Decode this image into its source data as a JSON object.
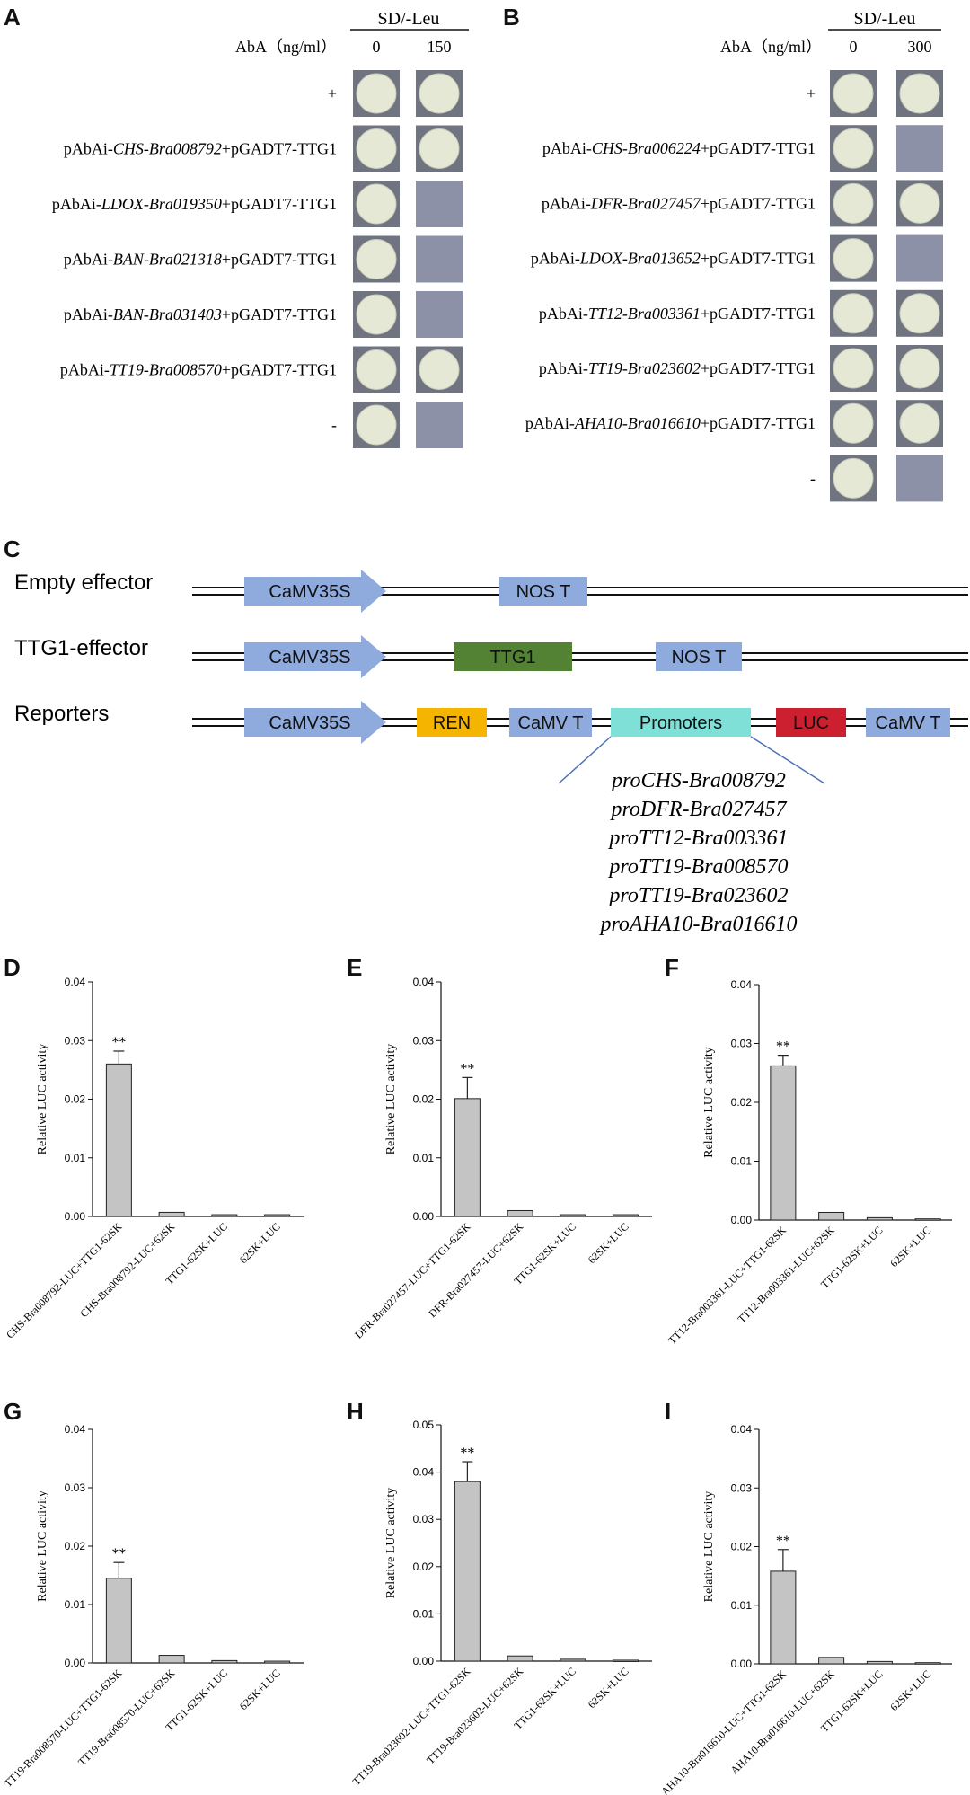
{
  "panels": {
    "A": "A",
    "B": "B",
    "C": "C",
    "D": "D",
    "E": "E",
    "F": "F",
    "G": "G",
    "H": "H",
    "I": "I"
  },
  "y1h": {
    "A": {
      "medium": "SD/-Leu",
      "aba_label": "AbA（ng/ml）",
      "concentrations": [
        "0",
        "150"
      ],
      "rows": [
        {
          "pre": "",
          "gene": "",
          "post": "+",
          "growth": [
            true,
            true
          ]
        },
        {
          "pre": "pAbAi-",
          "gene": "CHS-Bra008792",
          "post": "+pGADT7-TTG1",
          "growth": [
            true,
            true
          ]
        },
        {
          "pre": "pAbAi-",
          "gene": "LDOX-Bra019350",
          "post": "+pGADT7-TTG1",
          "growth": [
            true,
            false
          ]
        },
        {
          "pre": "pAbAi-",
          "gene": "BAN-Bra021318",
          "post": "+pGADT7-TTG1",
          "growth": [
            true,
            false
          ]
        },
        {
          "pre": "pAbAi-",
          "gene": "BAN-Bra031403",
          "post": "+pGADT7-TTG1",
          "growth": [
            true,
            false
          ]
        },
        {
          "pre": "pAbAi-",
          "gene": "TT19-Bra008570",
          "post": "+pGADT7-TTG1",
          "growth": [
            true,
            true
          ]
        },
        {
          "pre": "",
          "gene": "",
          "post": "-",
          "growth": [
            true,
            false
          ]
        }
      ]
    },
    "B": {
      "medium": "SD/-Leu",
      "aba_label": "AbA（ng/ml）",
      "concentrations": [
        "0",
        "300"
      ],
      "rows": [
        {
          "pre": "",
          "gene": "",
          "post": "+",
          "growth": [
            true,
            true
          ]
        },
        {
          "pre": "pAbAi-",
          "gene": "CHS-Bra006224",
          "post": "+pGADT7-TTG1",
          "growth": [
            true,
            false
          ]
        },
        {
          "pre": "pAbAi-",
          "gene": "DFR-Bra027457",
          "post": "+pGADT7-TTG1",
          "growth": [
            true,
            true
          ]
        },
        {
          "pre": "pAbAi-",
          "gene": "LDOX-Bra013652",
          "post": "+pGADT7-TTG1",
          "growth": [
            true,
            false
          ]
        },
        {
          "pre": "pAbAi-",
          "gene": "TT12-Bra003361",
          "post": "+pGADT7-TTG1",
          "growth": [
            true,
            true
          ]
        },
        {
          "pre": "pAbAi-",
          "gene": "TT19-Bra023602",
          "post": "+pGADT7-TTG1",
          "growth": [
            true,
            true
          ]
        },
        {
          "pre": "pAbAi-",
          "gene": "AHA10-Bra016610",
          "post": "+pGADT7-TTG1",
          "growth": [
            true,
            true
          ]
        },
        {
          "pre": "",
          "gene": "",
          "post": "-",
          "growth": [
            true,
            false
          ]
        }
      ]
    }
  },
  "constructs": {
    "rows": [
      {
        "label": "Empty effector",
        "boxes": [
          {
            "text": "CaMV35S",
            "kind": "arrow",
            "color": "#8faadc"
          },
          {
            "text": "NOS T",
            "kind": "box",
            "color": "#8faadc"
          }
        ]
      },
      {
        "label": "TTG1-effector",
        "boxes": [
          {
            "text": "CaMV35S",
            "kind": "arrow",
            "color": "#8faadc"
          },
          {
            "text": "TTG1",
            "kind": "box",
            "color": "#548235"
          },
          {
            "text": "NOS T",
            "kind": "box",
            "color": "#8faadc"
          }
        ]
      },
      {
        "label": "Reporters",
        "boxes": [
          {
            "text": "CaMV35S",
            "kind": "arrow",
            "color": "#8faadc"
          },
          {
            "text": "REN",
            "kind": "box",
            "color": "#f4b400"
          },
          {
            "text": "CaMV T",
            "kind": "box",
            "color": "#8faadc"
          },
          {
            "text": "Promoters",
            "kind": "box",
            "color": "#7fe0d8"
          },
          {
            "text": "LUC",
            "kind": "box",
            "color": "#cc1f2f"
          },
          {
            "text": "CaMV T",
            "kind": "box",
            "color": "#8faadc"
          }
        ]
      }
    ],
    "promoters": [
      "proCHS-Bra008792",
      "proDFR-Bra027457",
      "proTT12-Bra003361",
      "proTT19-Bra008570",
      "proTT19-Bra023602",
      "proAHA10-Bra016610"
    ]
  },
  "chart_data": [
    {
      "type": "bar",
      "panel": "D",
      "ylabel": "Relative LUC activity",
      "ylim": [
        0,
        0.04
      ],
      "yticks": [
        "0.00",
        "0.01",
        "0.02",
        "0.03",
        "0.04"
      ],
      "categories": [
        "CHS-Bra008792-LUC+TTG1-62SK",
        "CHS-Bra008792-LUC+62SK",
        "TTG1-62SK+LUC",
        "62SK+LUC"
      ],
      "values": [
        0.026,
        0.0007,
        0.0003,
        0.0003
      ],
      "errors": [
        0.0022,
        0.0002,
        0.0001,
        0.0001
      ],
      "annotations": [
        "**",
        "",
        "",
        ""
      ]
    },
    {
      "type": "bar",
      "panel": "E",
      "ylabel": "Relative LUC activity",
      "ylim": [
        0,
        0.04
      ],
      "yticks": [
        "0.00",
        "0.01",
        "0.02",
        "0.03",
        "0.04"
      ],
      "categories": [
        "DFR-Bra027457-LUC+TTG1-62SK",
        "DFR-Bra027457-LUC+62SK",
        "TTG1-62SK+LUC",
        "62SK+LUC"
      ],
      "values": [
        0.0201,
        0.001,
        0.0003,
        0.0003
      ],
      "errors": [
        0.0036,
        0.0002,
        0.0001,
        0.0001
      ],
      "annotations": [
        "**",
        "",
        "",
        ""
      ]
    },
    {
      "type": "bar",
      "panel": "F",
      "ylabel": "Relative LUC activity",
      "ylim": [
        0,
        0.04
      ],
      "yticks": [
        "0.00",
        "0.01",
        "0.02",
        "0.03",
        "0.04"
      ],
      "categories": [
        "TT12-Bra003361-LUC+TTG1-62SK",
        "TT12-Bra003361-LUC+62SK",
        "TTG1-62SK+LUC",
        "62SK+LUC"
      ],
      "values": [
        0.0262,
        0.0013,
        0.0004,
        0.0002
      ],
      "errors": [
        0.0018,
        0.0002,
        0.0001,
        0.0001
      ],
      "annotations": [
        "**",
        "",
        "",
        ""
      ]
    },
    {
      "type": "bar",
      "panel": "G",
      "ylabel": "Relative LUC activity",
      "ylim": [
        0,
        0.04
      ],
      "yticks": [
        "0.00",
        "0.01",
        "0.02",
        "0.03",
        "0.04"
      ],
      "categories": [
        "TT19-Bra008570-LUC+TTG1-62SK",
        "TT19-Bra008570-LUC+62SK",
        "TTG1-62SK+LUC",
        "62SK+LUC"
      ],
      "values": [
        0.0145,
        0.0013,
        0.0004,
        0.0003
      ],
      "errors": [
        0.0027,
        0.0002,
        0.0001,
        0.0001
      ],
      "annotations": [
        "**",
        "",
        "",
        ""
      ]
    },
    {
      "type": "bar",
      "panel": "H",
      "ylabel": "Relative LUC activity",
      "ylim": [
        0,
        0.05
      ],
      "yticks": [
        "0.00",
        "0.01",
        "0.02",
        "0.03",
        "0.04",
        "0.05"
      ],
      "categories": [
        "TT19-Bra023602-LUC+TTG1-62SK",
        "TT19-Bra023602-LUC+62SK",
        "TTG1-62SK+LUC",
        "62SK+LUC"
      ],
      "values": [
        0.038,
        0.0011,
        0.0004,
        0.0002
      ],
      "errors": [
        0.0042,
        0.0002,
        0.0001,
        0.0001
      ],
      "annotations": [
        "**",
        "",
        "",
        ""
      ]
    },
    {
      "type": "bar",
      "panel": "I",
      "ylabel": "Relative LUC activity",
      "ylim": [
        0,
        0.04
      ],
      "yticks": [
        "0.00",
        "0.01",
        "0.02",
        "0.03",
        "0.04"
      ],
      "categories": [
        "AHA10-Bra016610-LUC+TTG1-62SK",
        "AHA10-Bra016610-LUC+62SK",
        "TTG1-62SK+LUC",
        "62SK+LUC"
      ],
      "values": [
        0.0158,
        0.0011,
        0.0004,
        0.0002
      ],
      "errors": [
        0.0037,
        0.0002,
        0.0001,
        0.0001
      ],
      "annotations": [
        "**",
        "",
        "",
        ""
      ]
    }
  ]
}
